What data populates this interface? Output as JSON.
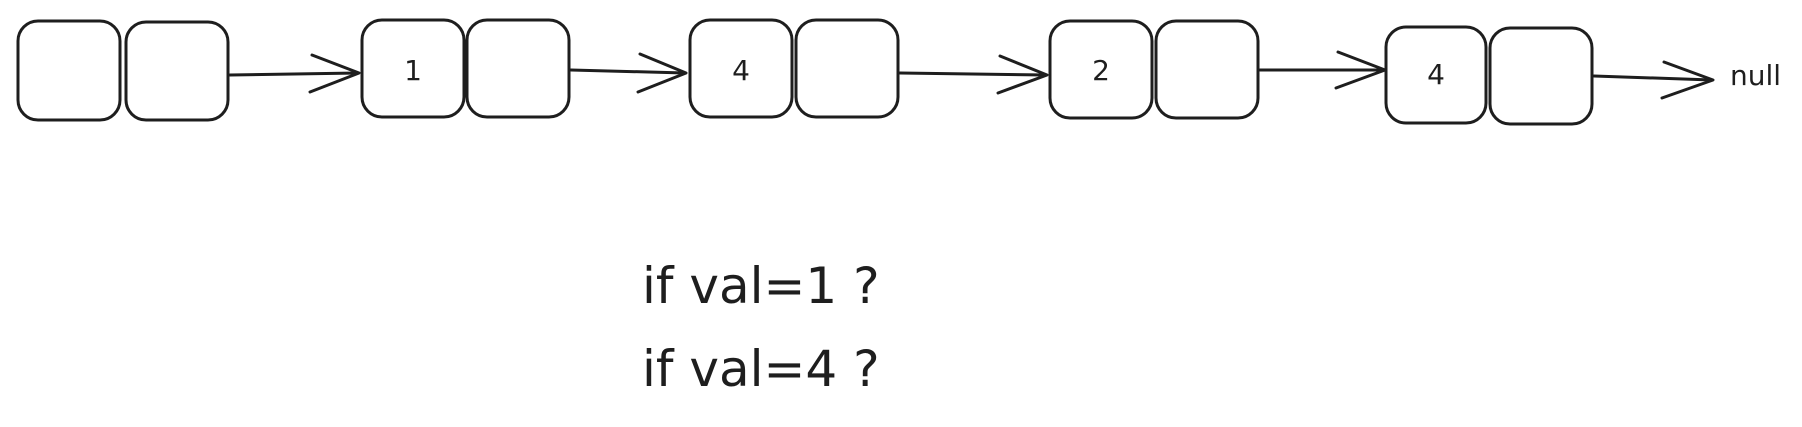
{
  "diagram": {
    "nodes": [
      {
        "value": ""
      },
      {
        "value": "1"
      },
      {
        "value": "4"
      },
      {
        "value": "2"
      },
      {
        "value": "4"
      }
    ],
    "terminal_label": "null",
    "questions": [
      "if val=1 ?",
      "if val=4 ?"
    ],
    "stroke_color": "#1e1e1e"
  }
}
